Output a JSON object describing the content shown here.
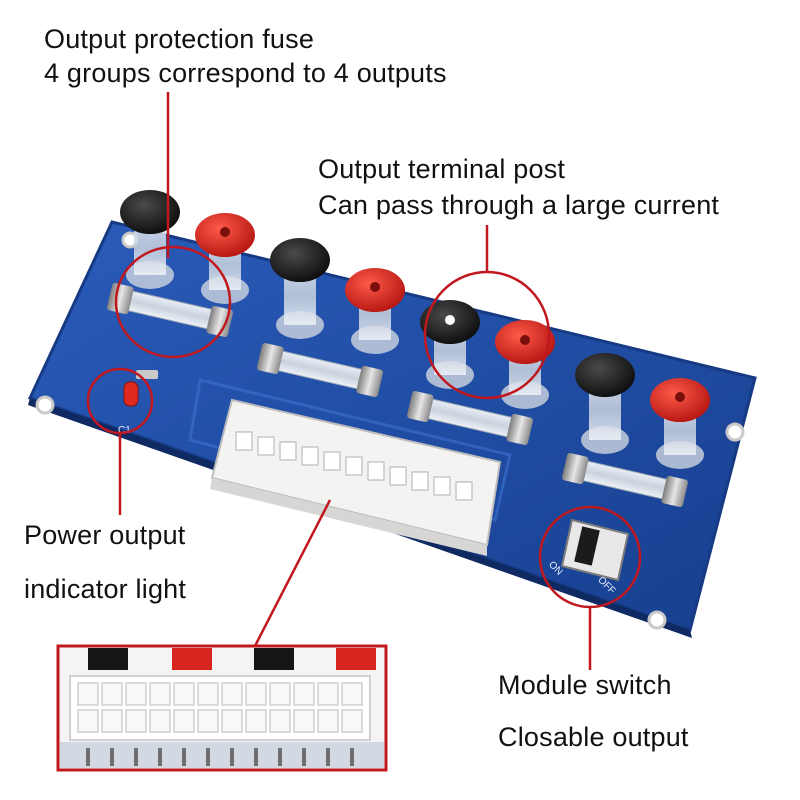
{
  "callouts": {
    "fuse": {
      "line1": "Output protection fuse",
      "line2": " 4 groups correspond to 4 outputs"
    },
    "terminal": {
      "line1": "Output terminal post",
      "line2": "Can pass through a large current"
    },
    "indicator": {
      "line1": "Power output",
      "line2": "indicator light"
    },
    "switch": {
      "line1": "Module switch",
      "line2": "Closable output"
    }
  },
  "board": {
    "indicator_silkscreen": "C1",
    "switch_on_text": "ON",
    "switch_off_text": "OFF"
  },
  "colors": {
    "pcb": "#1f4fa8",
    "pcb_edge": "#163a84",
    "callout_red": "#c0181e",
    "post_red": "#d8251f",
    "post_black": "#151515",
    "connector": "#f3f3f1"
  },
  "icons": [
    "pcb-board",
    "fuse",
    "binding-post",
    "led",
    "slide-switch",
    "atx-connector"
  ]
}
